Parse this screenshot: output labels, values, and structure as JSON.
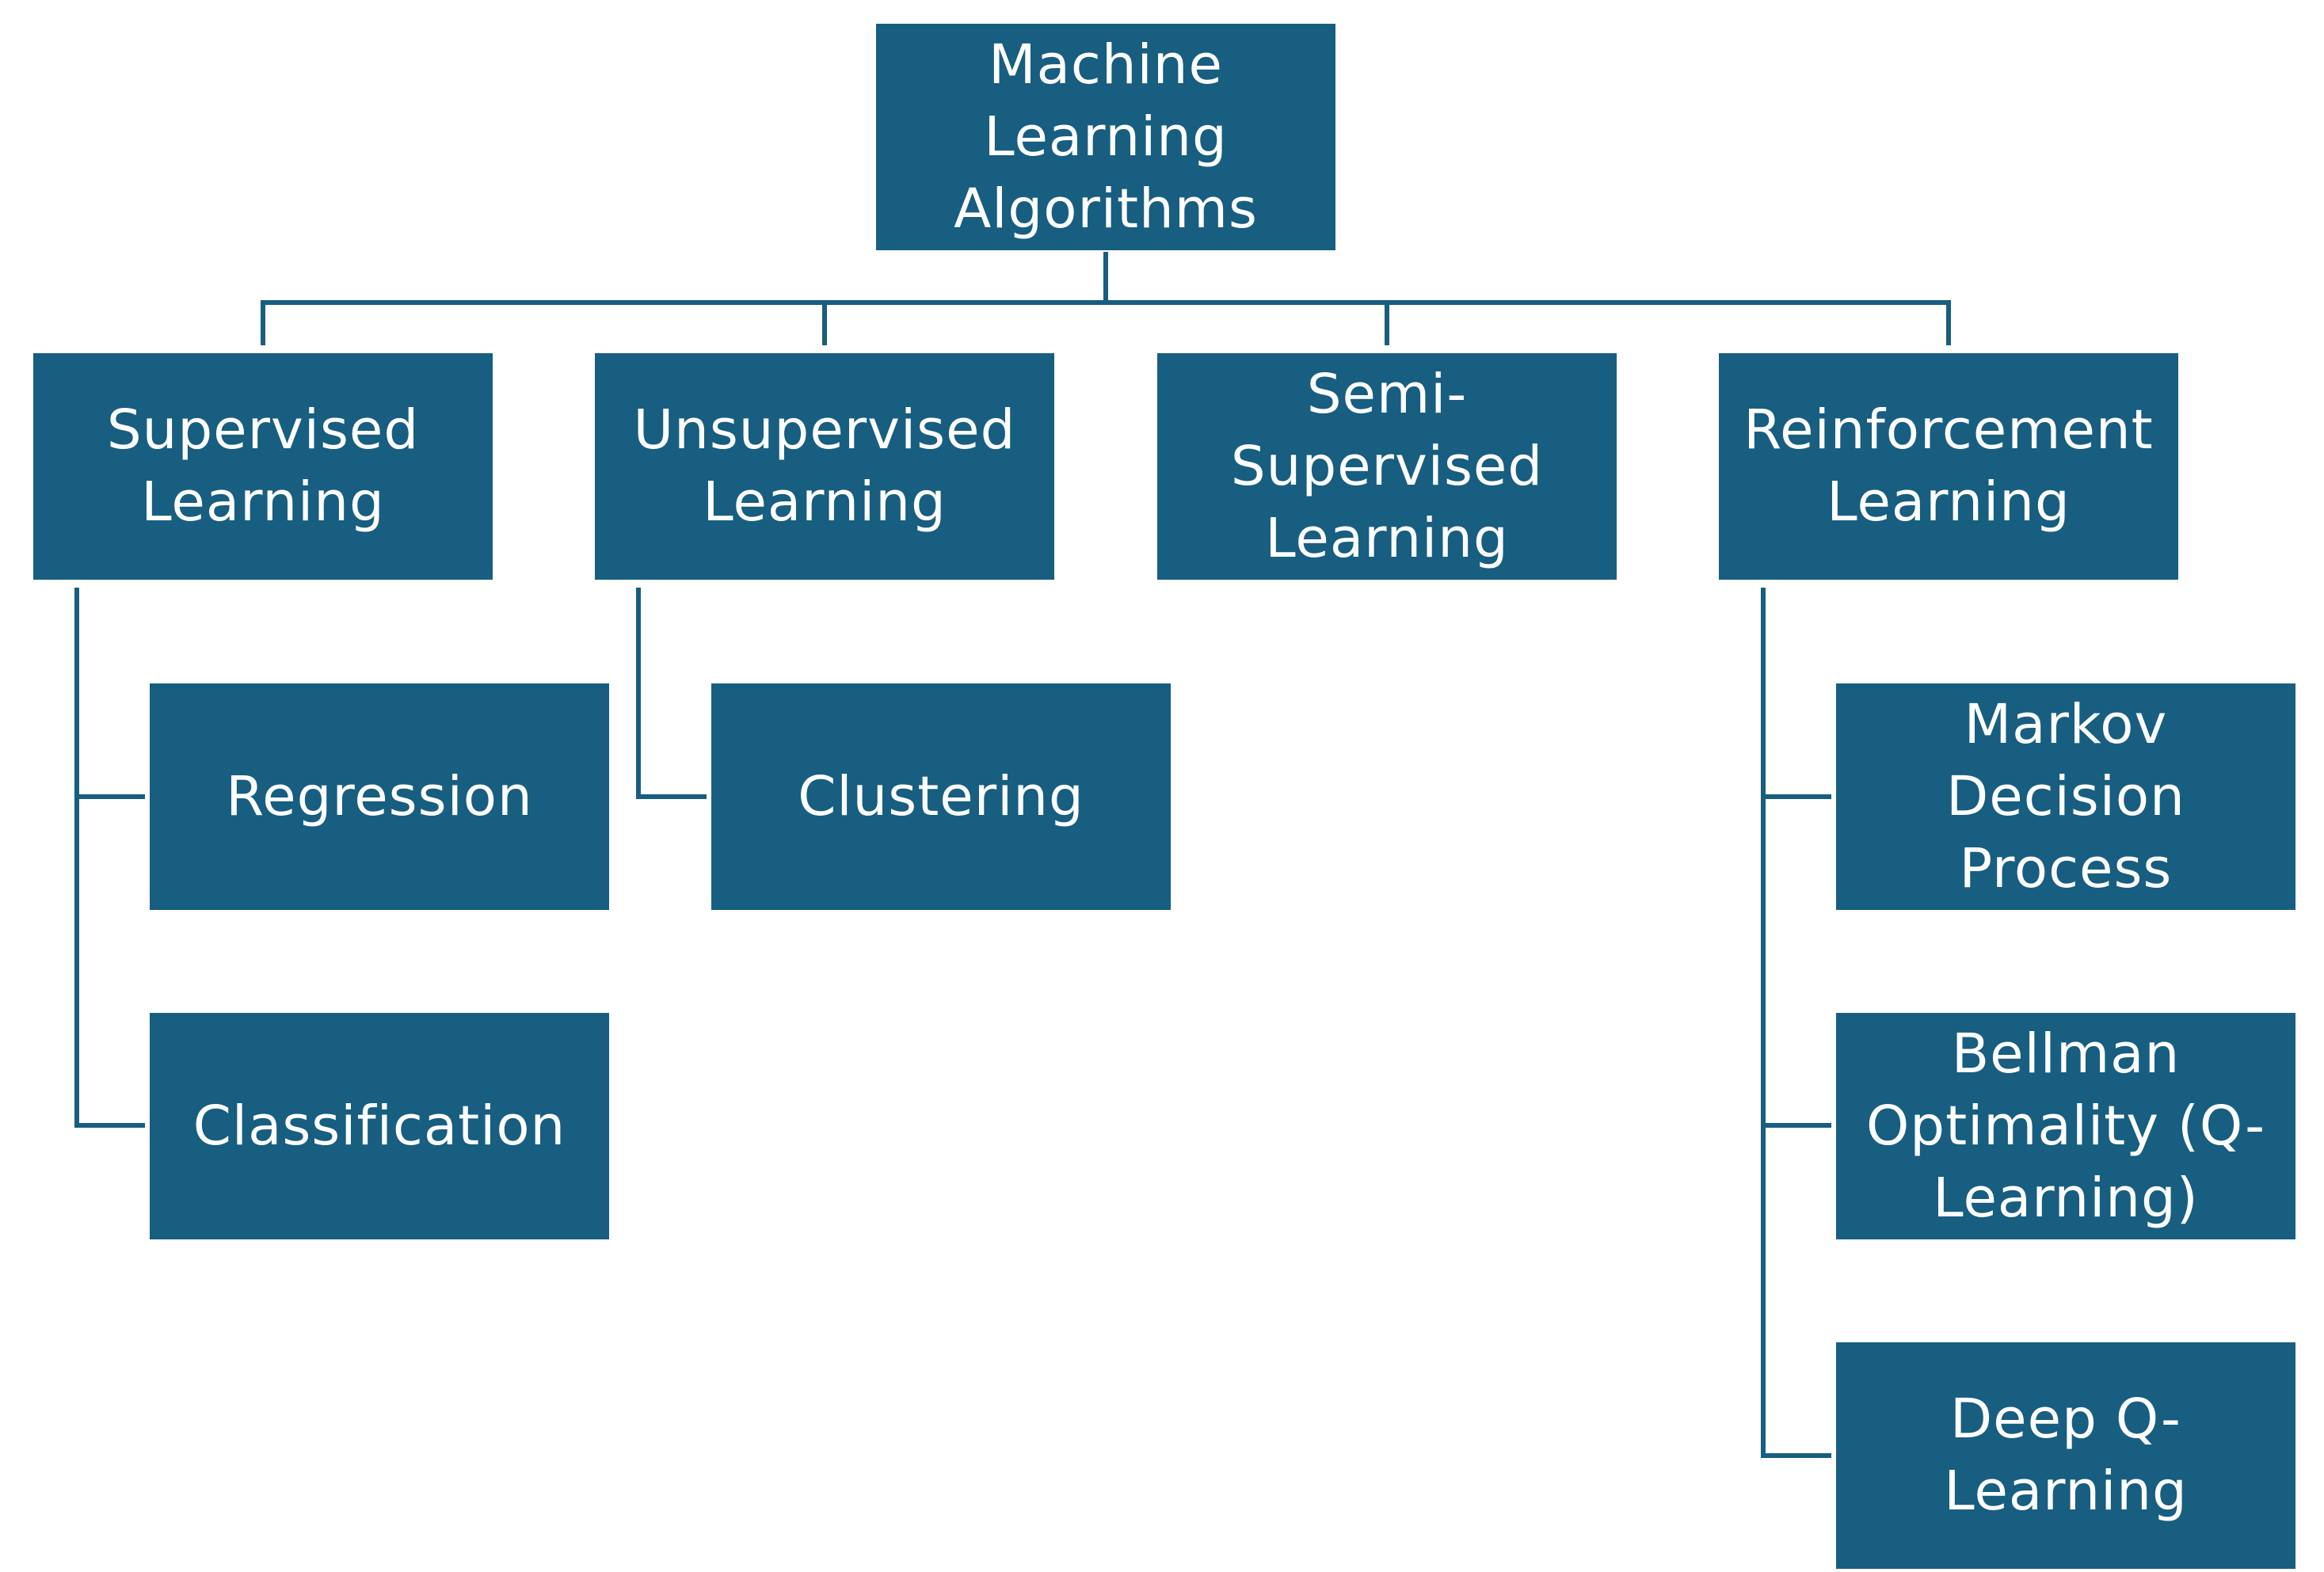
{
  "diagram": {
    "line_color": "#175e80",
    "box_color": "#175e80",
    "text_color": "#ffffff",
    "root": {
      "label": "Machine\nLearning\nAlgorithms"
    },
    "categories": [
      {
        "label": "Supervised\nLearning"
      },
      {
        "label": "Unsupervised\nLearning"
      },
      {
        "label": "Semi-\nSupervised\nLearning"
      },
      {
        "label": "Reinforcement\nLearning"
      }
    ],
    "supervised_children": [
      {
        "label": "Regression"
      },
      {
        "label": "Classification"
      }
    ],
    "unsupervised_children": [
      {
        "label": "Clustering"
      }
    ],
    "reinforcement_children": [
      {
        "label": "Markov\nDecision\nProcess"
      },
      {
        "label": "Bellman\nOptimality (Q-\nLearning)"
      },
      {
        "label": "Deep Q-\nLearning"
      }
    ]
  }
}
